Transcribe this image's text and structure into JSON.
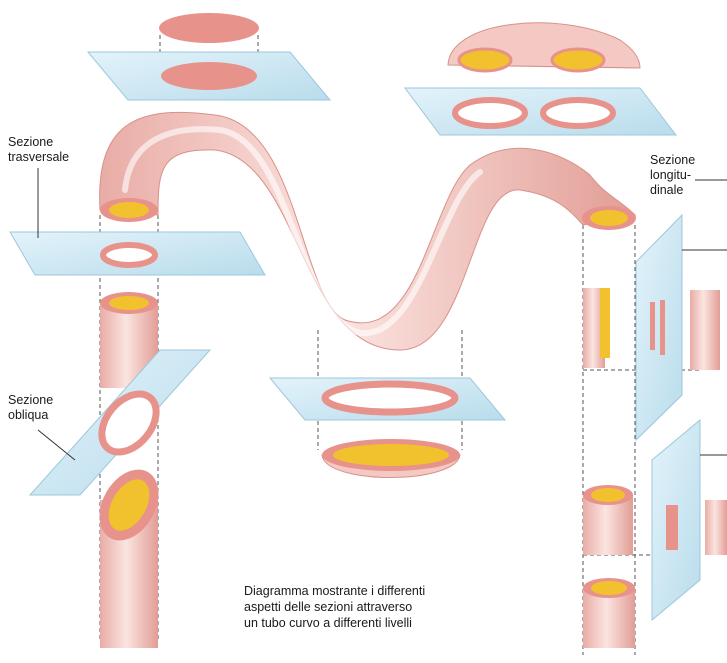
{
  "labels": {
    "transverse": "Sezione\ntrasversale",
    "longitudinal": "Sezione\nlongitu-\ndinale",
    "oblique": "Sezione\nobliqua"
  },
  "caption": "Diagramma mostrante i differenti\naspetti delle sezioni attraverso\nun tubo curvo a differenti livelli",
  "colors": {
    "tube": "#f4c9c4",
    "tube_dark": "#e3a29b",
    "lumen": "#f2c12e",
    "section": "#e8928c",
    "plane": "#cfe8f4",
    "plane_edge": "#9cc7dc",
    "line": "#555555"
  }
}
